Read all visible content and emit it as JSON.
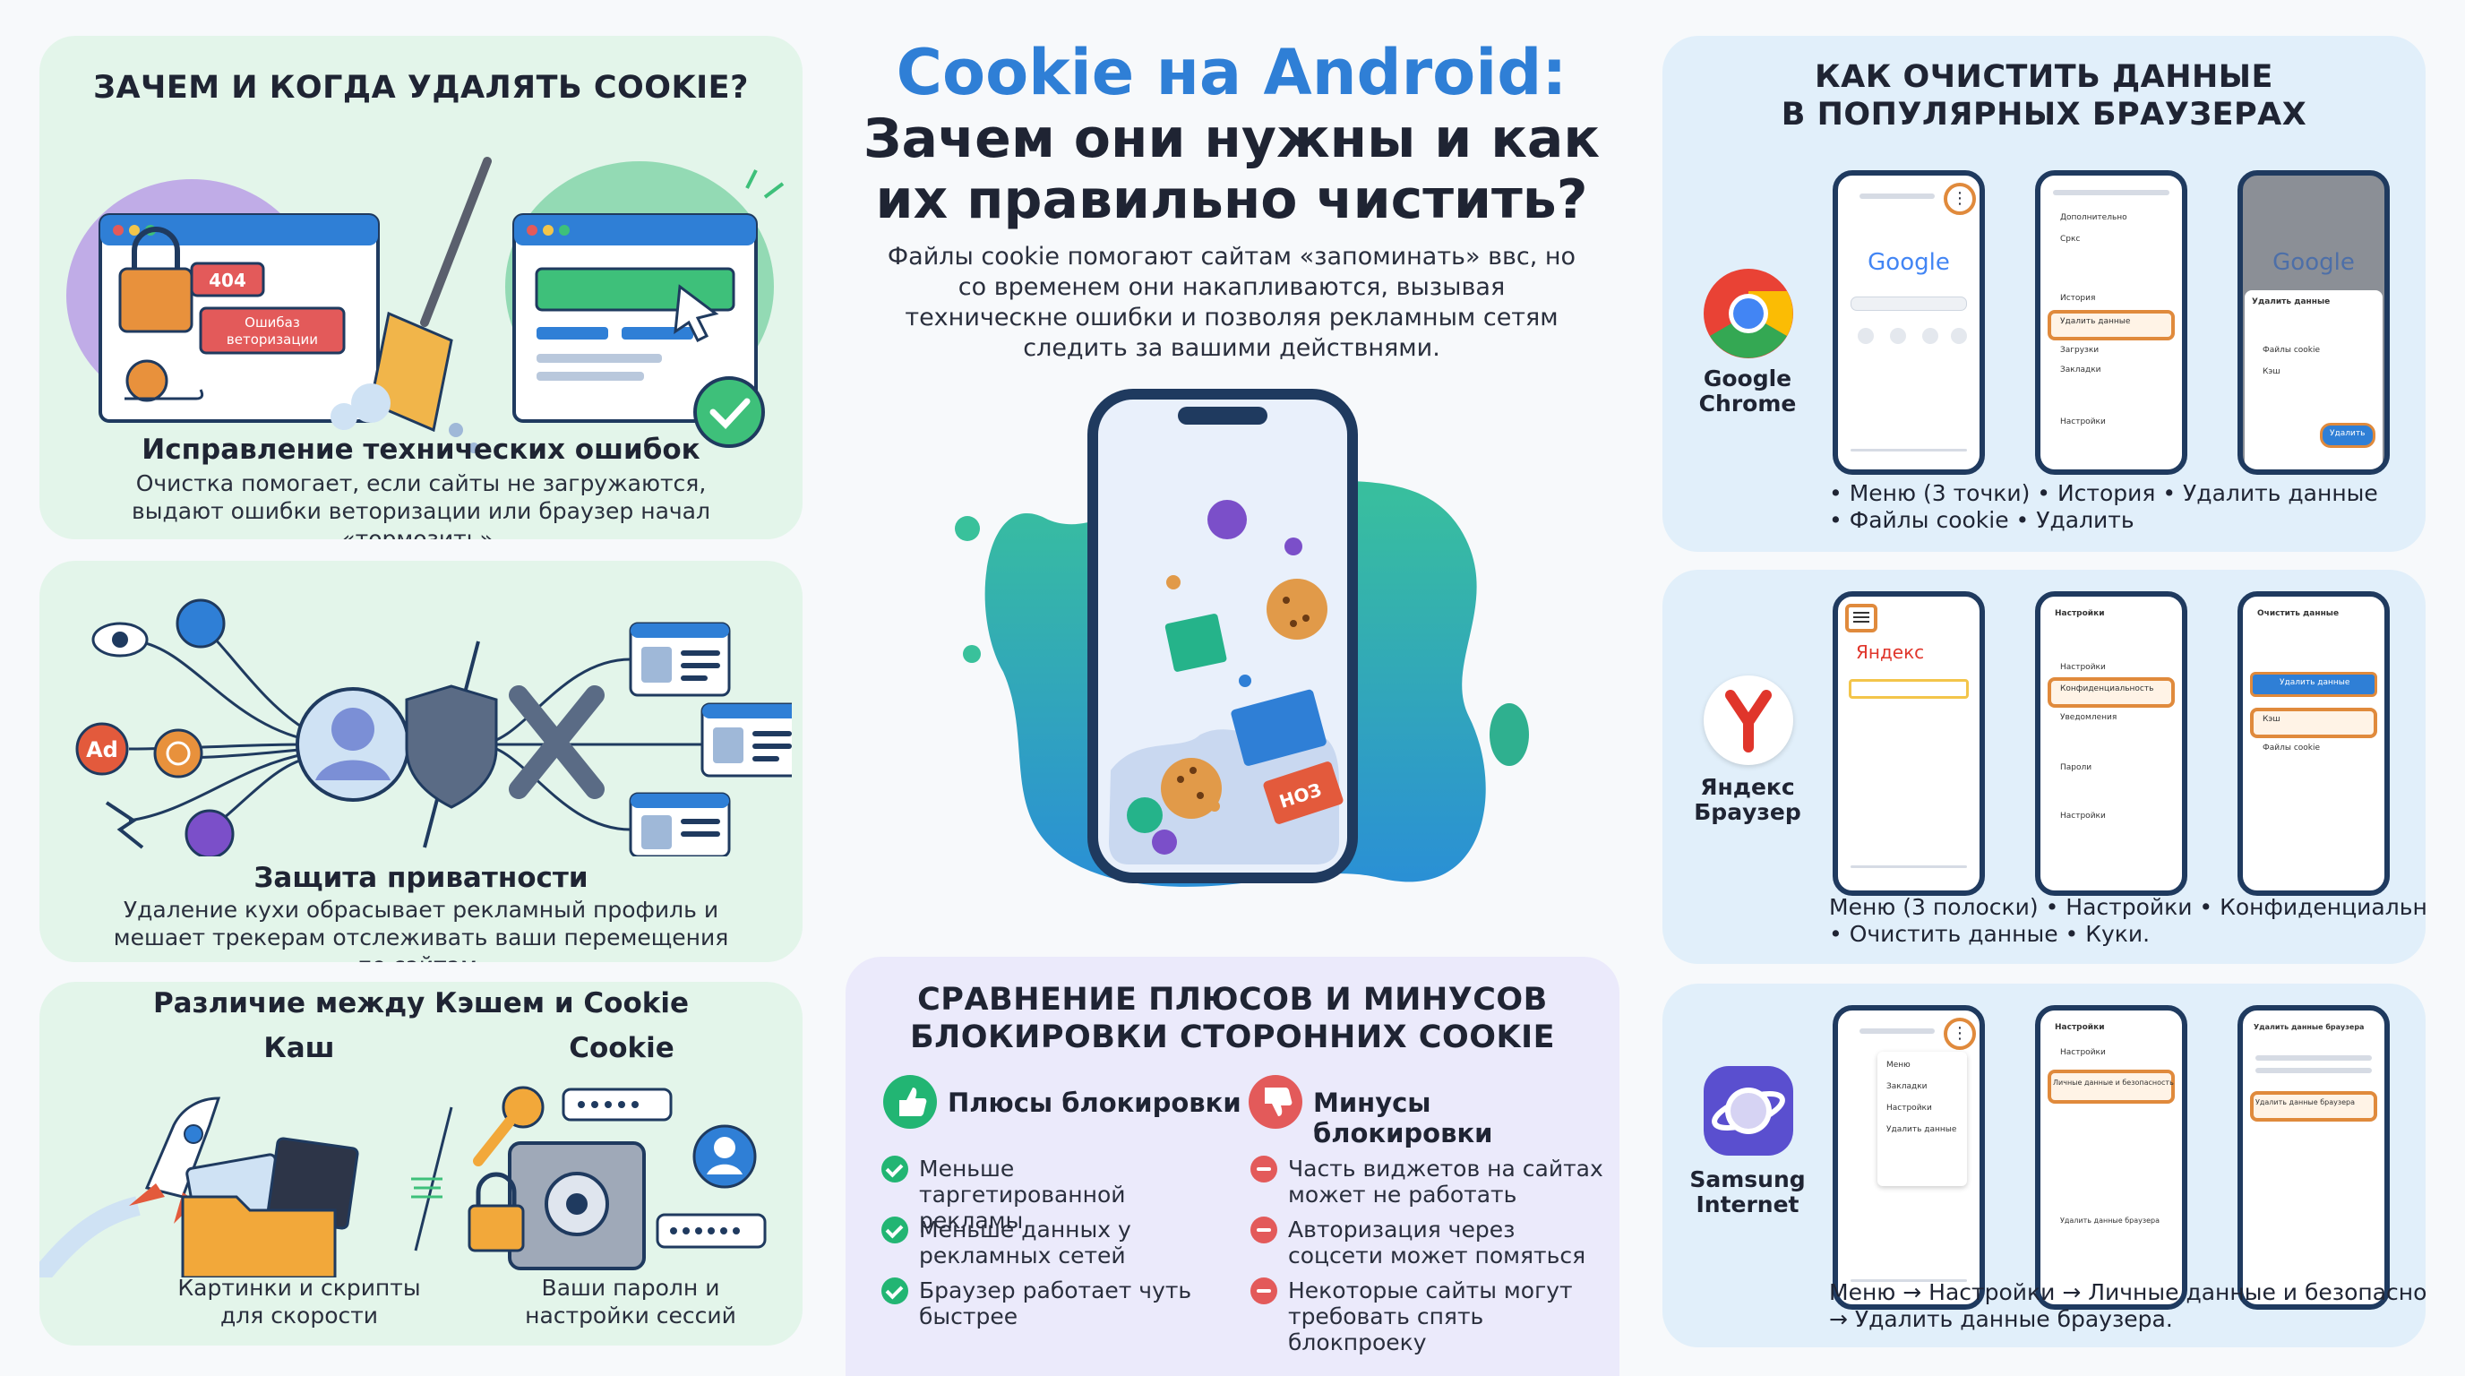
{
  "colors": {
    "title_blue": "#2f7fd6",
    "dark_navy": "#1f2433",
    "accent_orange": "#e08a3c",
    "green_card": "#e3f5ea",
    "blue_card": "#e1effa",
    "lavender_card": "#ebeafb"
  },
  "hero": {
    "title_line1": "Cookie на Android:",
    "title_line2": "Зачем они нужны и как",
    "title_line3": "их правильно чистить?",
    "desc": "Файлы cookie помогают сайтам «запоминать» ввс, но со временем они накапливаются, вызывая техническне ошибки и позволяя рекламным сетям следить за вашими действнями."
  },
  "why": {
    "heading": "ЗАЧЕМ И КОГДА УДАЛЯТЬ COOKIE?",
    "badge_404": "404",
    "badge_error": "Ошибаз веторизации",
    "sub": "Исправление технических ошибок",
    "text": "Очистка помогает, если сайты не загружаются, выдают ошибки веторизации или браузер начал «тормозить»."
  },
  "privacy": {
    "ad_label": "Ad",
    "sub": "Защита приватности",
    "text": "Удаление кухи обрасывает рекламный профиль и мешает трекерам отслеживать ваши перемещения по сайтам."
  },
  "cache": {
    "heading": "Различие между Кэшем и Cookie",
    "left_label": "Каш",
    "right_label": "Cookie",
    "left_text": "Картинки и скрипты для скорости",
    "right_text": "Ваши паролн и настройки сессий"
  },
  "browsers": {
    "heading_line1": "КАК ОЧИСТИТЬ ДАННЫЕ",
    "heading_line2": "В ПОПУЛЯРНЫХ БРАУЗЕРАХ",
    "chrome": {
      "name_line1": "Google",
      "name_line2": "Chrome",
      "logo_text": "Google",
      "steps_line1": "• Меню (3 точки)  • История  • Удалить данные",
      "steps_line2": "• Файлы cookie  • Удалить"
    },
    "yandex": {
      "name_line1": "Яндекс",
      "name_line2": "Браузер",
      "logo_text": "Яндекс",
      "steps_line1": "Меню (3 полоски)  • Настройки  • Конфиденциальность",
      "steps_line2": "• Очистить данные  • Куки."
    },
    "samsung": {
      "name_line1": "Samsung",
      "name_line2": "Internet",
      "steps_line1": "Меню → Настройки → Личные данные и безопасность",
      "steps_line2": "→ Удалить данные браузера."
    }
  },
  "compare": {
    "heading_line1": "СРАВНЕНИЕ ПЛЮСОВ И МИНУСОВ",
    "heading_line2": "БЛОКИРОВКИ СТОРОННИХ COOKIE",
    "pros_title": "Плюсы блокировки",
    "cons_title": "Минусы блокировки",
    "pros": [
      "Меньше таргетированной рекламы",
      "Меньше данных у рекламных сетей",
      "Браузер работает чуть быстрее"
    ],
    "cons": [
      "Часть виджетов на сайтах может не работать",
      "Авторизация через соцсети может помяться",
      "Некоторые сайты могут требовать спять блокпроеку"
    ]
  },
  "mini_screens": {
    "chrome_s2": [
      "Дополнительно",
      "Сркс",
      "История",
      "Удалить данные",
      "Загрузки",
      "Закладки",
      "Настройки"
    ],
    "chrome_s3_title": "Удалить данные",
    "chrome_s3": [
      "Файлы cookie",
      "Кэш",
      "Удалить"
    ],
    "yandex_s2_title": "Настройки",
    "yandex_s2": [
      "Настройки",
      "Конфиденциальность",
      "Уведомления",
      "Пароли",
      "Настройки"
    ],
    "yandex_s3_title": "Очистить данные",
    "yandex_s3": [
      "Удалить данные",
      "Кэш",
      "Файлы cookie"
    ],
    "samsung_s1": [
      "Меню",
      "Закладки",
      "Настройки",
      "Удалить данные"
    ],
    "samsung_s2_title": "Настройки",
    "samsung_s2": [
      "Настройки",
      "Личные данные и безопасность",
      "Удалить данные браузера"
    ],
    "samsung_s3_title": "Удалить данные браузера",
    "samsung_s3": [
      "Удалить данные браузера"
    ]
  }
}
